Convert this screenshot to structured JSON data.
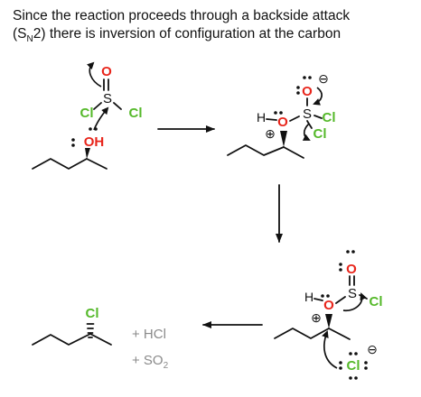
{
  "caption": {
    "line1": "Since the reaction proceeds through a backside attack",
    "line2_open": "(S",
    "line2_sub": "N",
    "line2_rest": "2) there is inversion of configuration at the carbon"
  },
  "atoms": {
    "O": "O",
    "S": "S",
    "Cl": "Cl",
    "H": "H",
    "OH": "OH",
    "plus": "⊕",
    "minus": "⊖"
  },
  "byproducts": {
    "hcl": "+  HCl",
    "so2_prefix": "+  SO",
    "so2_sub": "2"
  },
  "colors": {
    "oxygen": "#e8251b",
    "chlorine": "#55b92a",
    "text": "#111111",
    "byproduct": "#8a8a8a"
  }
}
